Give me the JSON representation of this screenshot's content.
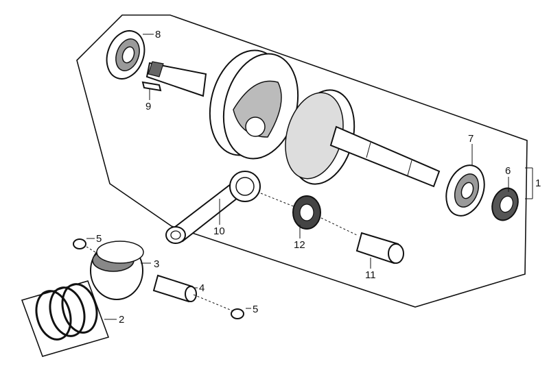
{
  "diagram": {
    "callouts": {
      "c1": "1",
      "c2": "2",
      "c3": "3",
      "c4": "4",
      "c5a": "5",
      "c5b": "5",
      "c6": "6",
      "c7": "7",
      "c8": "8",
      "c9": "9",
      "c10": "10",
      "c11": "11",
      "c12": "12"
    },
    "colors": {
      "line": "#111111",
      "background": "#ffffff",
      "shade": "#9a9a9a"
    }
  }
}
